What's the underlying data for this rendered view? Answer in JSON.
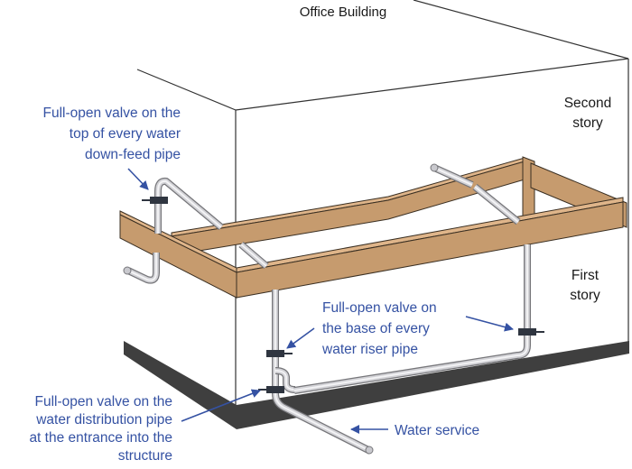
{
  "title": "Office Building",
  "labels": {
    "downfeed_valve": {
      "lines": [
        "Full-open valve on the",
        "top of every water",
        "down-feed pipe"
      ]
    },
    "second_story": {
      "lines": [
        "Second",
        "story"
      ]
    },
    "first_story": {
      "lines": [
        "First",
        "story"
      ]
    },
    "riser_valve": {
      "lines": [
        "Full-open valve on",
        "the base of every",
        "water riser pipe"
      ]
    },
    "distribution_valve": {
      "lines": [
        "Full-open valve on the",
        "water distribution pipe",
        "at the entrance into the",
        "structure"
      ]
    },
    "water_service": {
      "text": "Water service"
    }
  },
  "icons": {
    "arrows": [
      "arrow-to-downfeed-valve",
      "arrow-to-left-riser-valve",
      "arrow-to-right-riser-valve",
      "arrow-to-distribution-valve",
      "arrow-to-water-service-pipe"
    ]
  },
  "colors": {
    "annotation_blue": "#3552a3",
    "text_black": "#1a1a1a",
    "wood_fill": "#c69b6e",
    "wood_highlight": "#dfb58a",
    "wood_edge": "#3a2f22",
    "pipe_edge": "#76767a",
    "pipe_fill": "#d3d3d7",
    "pipe_highlight": "#f4f4f6",
    "valve_dark": "#2f3540",
    "foundation_gray": "#3f3f3f",
    "outline_gray": "#333333"
  }
}
